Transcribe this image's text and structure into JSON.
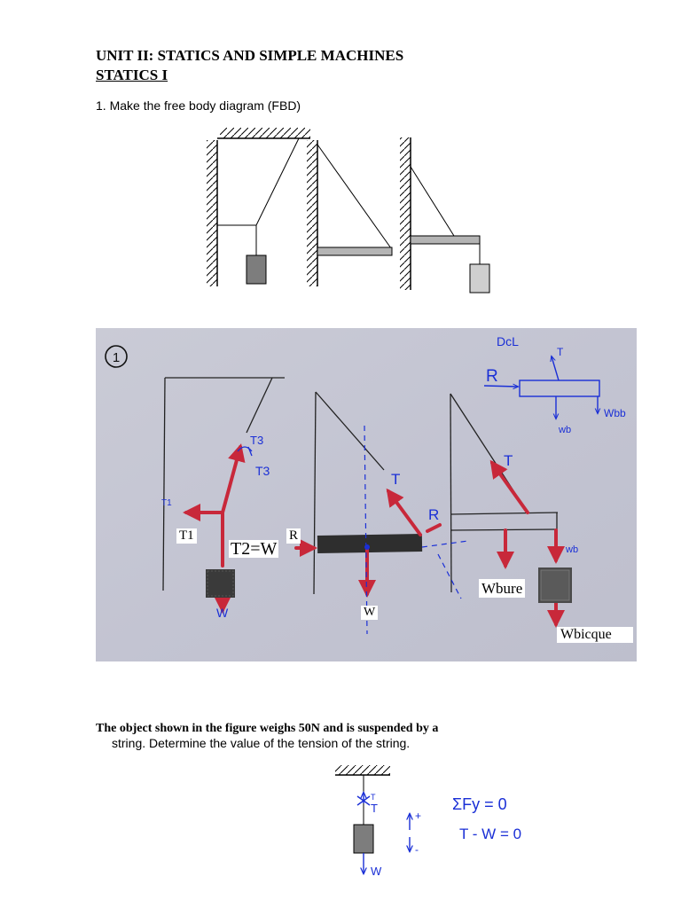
{
  "header": {
    "unit_title": "UNIT II: STATICS AND SIMPLE MACHINES",
    "section_title": "STATICS I"
  },
  "question1": {
    "text": "1. Make the free body diagram (FBD)"
  },
  "photo": {
    "circled_number": "1",
    "handwritten": {
      "dcl": "DcL",
      "t_top": "T",
      "r_top": "R",
      "wb": "wb",
      "wbb": "Wbb",
      "t3a": "T3",
      "t3b": "T3",
      "t1_small": "T1",
      "w_left": "W",
      "t_mid": "T",
      "r_mid": "R",
      "t_right": "T",
      "wb_right": "wb"
    },
    "labels": {
      "t1": "T1",
      "t2": "T2=W",
      "r": "R",
      "w": "W",
      "wbure": "Wbure",
      "wbicque": "Wbicque"
    }
  },
  "question2": {
    "line1": "The object shown in the figure weighs 50N and is suspended by a",
    "line2": "string. Determine the value of the tension of the string."
  },
  "solution": {
    "t_label": "T",
    "w_label": "W",
    "plus": "+",
    "minus": "-",
    "equation1": "ΣFy = 0",
    "equation2": "T - W = 0"
  },
  "colors": {
    "ink_blue": "#1a2fd6",
    "marker_red": "#c8283a",
    "photo_bg": "#c6c8d6",
    "block_dark": "#7d7d7d",
    "block_light": "#cfcfcf"
  }
}
